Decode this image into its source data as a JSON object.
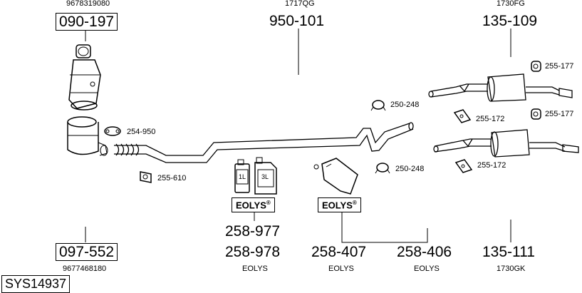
{
  "diagram": {
    "system_code": "SYS14937",
    "parts": {
      "p090_197": {
        "number": "090-197",
        "ref": "9678319080"
      },
      "p950_101": {
        "number": "950-101",
        "ref": "1717QG"
      },
      "p135_109": {
        "number": "135-109",
        "ref": "1730FG"
      },
      "p097_552": {
        "number": "097-552",
        "ref": "9677468180"
      },
      "p258_977": {
        "number": "258-977"
      },
      "p258_978": {
        "number": "258-978",
        "ref": "EOLYS"
      },
      "p258_407": {
        "number": "258-407",
        "ref": "EOLYS"
      },
      "p258_406": {
        "number": "258-406",
        "ref": "EOLYS"
      },
      "p135_111": {
        "number": "135-111",
        "ref": "1730GK"
      }
    },
    "small_parts": {
      "p254_950": "254-950",
      "p255_610": "255-610",
      "p250_248_a": "250-248",
      "p250_248_b": "250-248",
      "p255_177_a": "255-177",
      "p255_177_b": "255-177",
      "p255_172_a": "255-172",
      "p255_172_b": "255-172"
    },
    "eolys_badge": "EOLYS",
    "registered_mark": "®",
    "can_labels": {
      "can_1l": "1L",
      "can_3l": "3L"
    }
  }
}
